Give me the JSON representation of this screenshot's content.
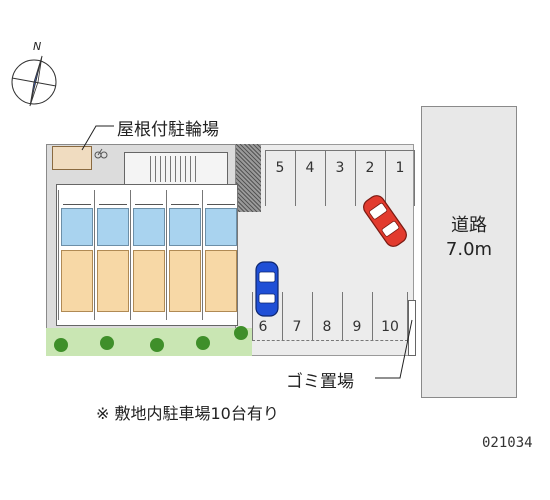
{
  "compass": {
    "label": "N"
  },
  "road": {
    "name": "道路",
    "width": "7.0m",
    "color": "#e8e8e8"
  },
  "bike_parking": {
    "label": "屋根付駐輪場"
  },
  "trash": {
    "label": "ゴミ置場"
  },
  "parking": {
    "top_row": [
      "5",
      "4",
      "3",
      "2",
      "1"
    ],
    "bottom_row": [
      "6",
      "7",
      "8",
      "9",
      "10"
    ]
  },
  "note": "※ 敷地内駐車場10台有り",
  "code": "021034",
  "colors": {
    "car_red": "#e23b2e",
    "car_blue": "#1f4fd6",
    "unit_blue": "#a9d3ef",
    "unit_tan": "#f7d8a6",
    "garden": "#c9e6b3"
  }
}
